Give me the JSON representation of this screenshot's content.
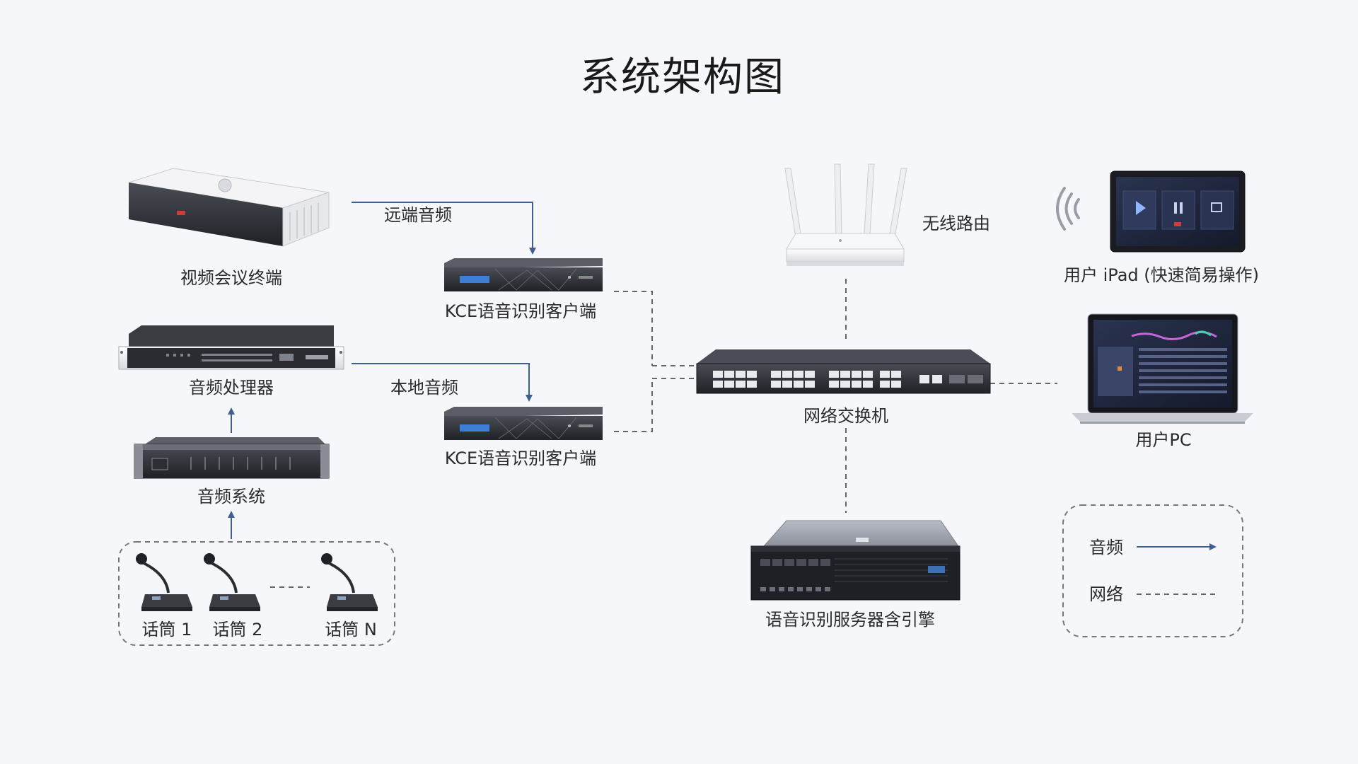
{
  "title": "系统架构图",
  "nodes": {
    "video_terminal": "视频会议终端",
    "kce_client_1": "KCE语音识别客户端",
    "audio_processor": "音频处理器",
    "kce_client_2": "KCE语音识别客户端",
    "audio_system": "音频系统",
    "mic_1": "话筒 1",
    "mic_2": "话筒 2",
    "mic_n": "话筒 N",
    "wireless_router": "无线路由",
    "network_switch": "网络交换机",
    "user_ipad": "用户 iPad (快速简易操作)",
    "user_pc": "用户PC",
    "asr_server": "语音识别服务器含引擎"
  },
  "edges": {
    "remote_audio": "远端音频",
    "local_audio": "本地音频"
  },
  "legend": {
    "audio": "音频",
    "network": "网络"
  },
  "colors": {
    "audio_line": "#3f5f8f",
    "network_line": "#666666",
    "background": "#f6f7fb"
  }
}
